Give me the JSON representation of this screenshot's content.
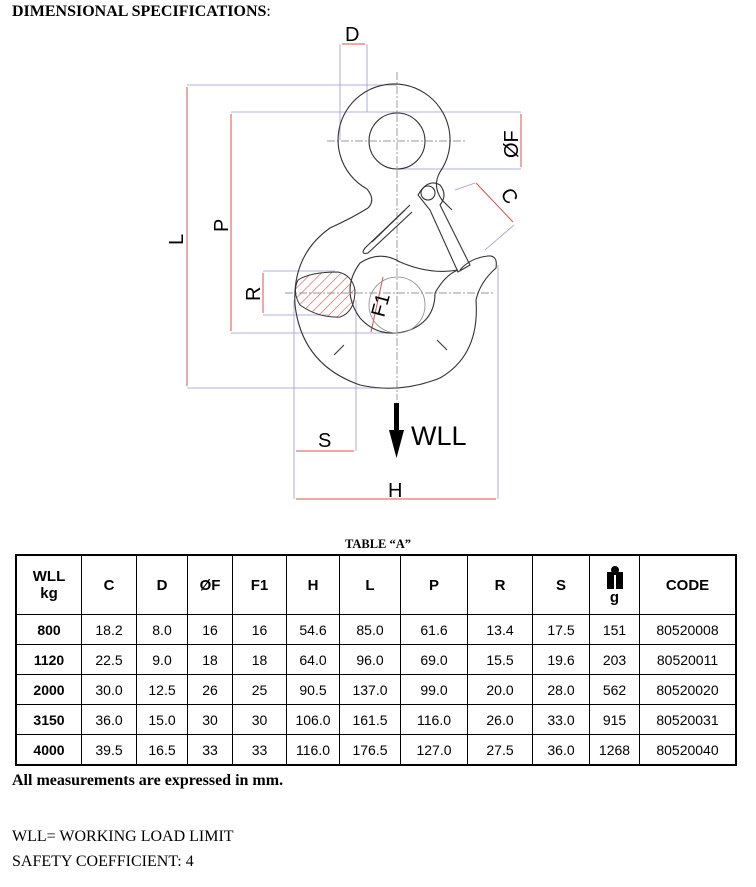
{
  "heading": {
    "title": "DIMENSIONAL SPECIFICATIONS",
    "colon": ":"
  },
  "diagram": {
    "labels": {
      "D": "D",
      "F": "ØF",
      "C": "C",
      "L": "L",
      "P": "P",
      "R": "R",
      "F1": "F1",
      "S": "S",
      "H": "H",
      "WLL": "WLL"
    },
    "dimension_color": "#d9534f",
    "line_color": "#8a8ac8"
  },
  "table": {
    "caption": "TABLE “A”",
    "headers": [
      "WLL",
      "C",
      "D",
      "ØF",
      "F1",
      "H",
      "L",
      "P",
      "R",
      "S",
      "g",
      "CODE"
    ],
    "wll_unit": "kg",
    "weight_icon": "weight-icon",
    "rows": [
      [
        "800",
        "18.2",
        "8.0",
        "16",
        "16",
        "54.6",
        "85.0",
        "61.6",
        "13.4",
        "17.5",
        "151",
        "80520008"
      ],
      [
        "1120",
        "22.5",
        "9.0",
        "18",
        "18",
        "64.0",
        "96.0",
        "69.0",
        "15.5",
        "19.6",
        "203",
        "80520011"
      ],
      [
        "2000",
        "30.0",
        "12.5",
        "26",
        "25",
        "90.5",
        "137.0",
        "99.0",
        "20.0",
        "28.0",
        "562",
        "80520020"
      ],
      [
        "3150",
        "36.0",
        "15.0",
        "30",
        "30",
        "106.0",
        "161.5",
        "116.0",
        "26.0",
        "33.0",
        "915",
        "80520031"
      ],
      [
        "4000",
        "39.5",
        "16.5",
        "33",
        "33",
        "116.0",
        "176.5",
        "127.0",
        "27.5",
        "36.0",
        "1268",
        "80520040"
      ]
    ]
  },
  "notes": {
    "units": "All measurements are expressed in mm.",
    "wll_def": "WLL= WORKING LOAD LIMIT",
    "safety": "SAFETY COEFFICIENT: 4"
  }
}
